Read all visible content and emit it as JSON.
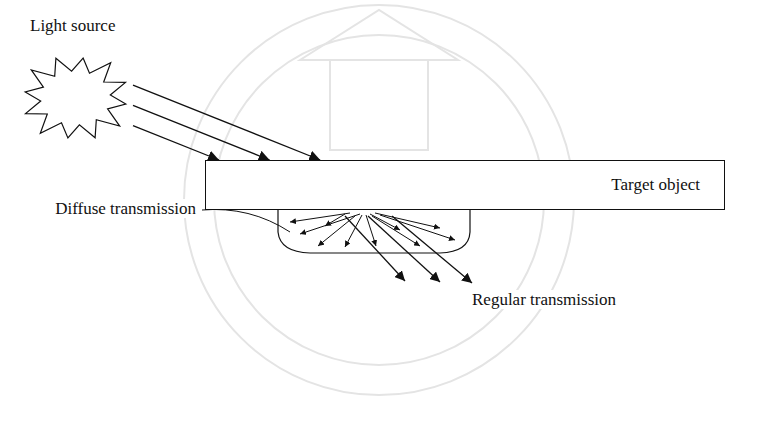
{
  "diagram": {
    "nodes": [
      {
        "text": [
          "Light source"
        ]
      },
      {
        "text": [
          "Target object"
        ]
      }
    ],
    "edges": [
      {
        "from": 0,
        "to": 1,
        "arrow": "to"
      },
      {
        "from": 0,
        "to": 1,
        "arrow": "to"
      },
      {
        "from": 0,
        "to": 1,
        "arrow": "to"
      }
    ],
    "labels": [
      "Diffuse transmission",
      "Regular transmission"
    ]
  }
}
